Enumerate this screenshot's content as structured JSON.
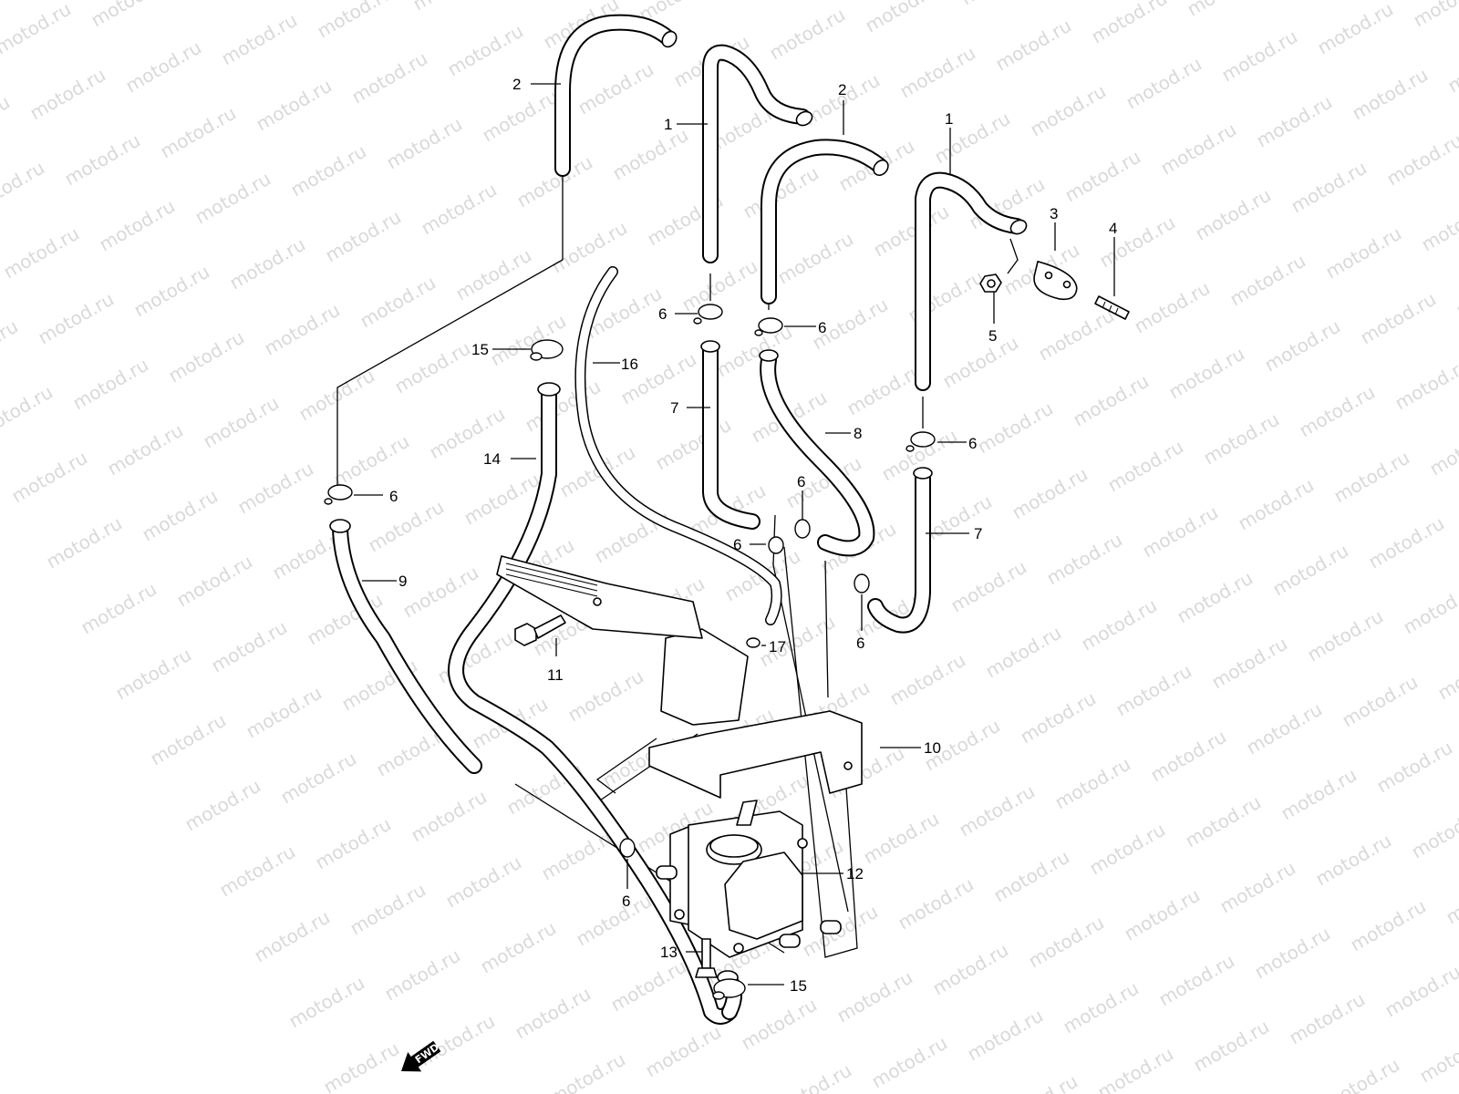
{
  "watermark": "motod.ru",
  "fwd_label": "FWD",
  "callouts": [
    {
      "id": "c-2a",
      "text": "2"
    },
    {
      "id": "c-1a",
      "text": "1"
    },
    {
      "id": "c-2b",
      "text": "2"
    },
    {
      "id": "c-1b",
      "text": "1"
    },
    {
      "id": "c-3",
      "text": "3"
    },
    {
      "id": "c-4",
      "text": "4"
    },
    {
      "id": "c-5",
      "text": "5"
    },
    {
      "id": "c-6a",
      "text": "6"
    },
    {
      "id": "c-6b",
      "text": "6"
    },
    {
      "id": "c-6c",
      "text": "6"
    },
    {
      "id": "c-6d",
      "text": "6"
    },
    {
      "id": "c-6e",
      "text": "6"
    },
    {
      "id": "c-6f",
      "text": "6"
    },
    {
      "id": "c-6g",
      "text": "6"
    },
    {
      "id": "c-6h",
      "text": "6"
    },
    {
      "id": "c-7a",
      "text": "7"
    },
    {
      "id": "c-7b",
      "text": "7"
    },
    {
      "id": "c-8",
      "text": "8"
    },
    {
      "id": "c-9",
      "text": "9"
    },
    {
      "id": "c-10",
      "text": "10"
    },
    {
      "id": "c-11",
      "text": "11"
    },
    {
      "id": "c-12",
      "text": "12"
    },
    {
      "id": "c-13",
      "text": "13"
    },
    {
      "id": "c-14",
      "text": "14"
    },
    {
      "id": "c-15a",
      "text": "15"
    },
    {
      "id": "c-15b",
      "text": "15"
    },
    {
      "id": "c-16",
      "text": "16"
    },
    {
      "id": "c-17",
      "text": "17"
    }
  ]
}
